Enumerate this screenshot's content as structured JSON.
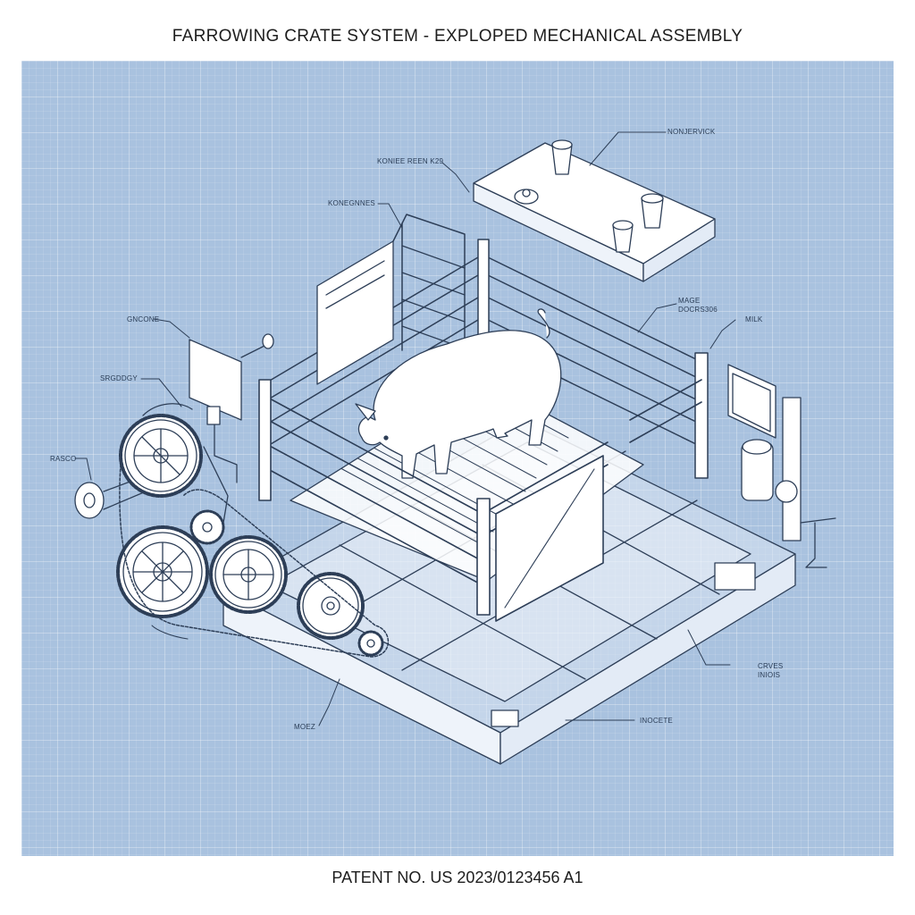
{
  "title": "FARROWING CRATE SYSTEM - EXPLOPED MECHANICAL ASSEMBLY",
  "footer": "PATENT NO. US 2023/0123456 A1",
  "colors": {
    "background": "#a9c2df",
    "line": "#2d3e57",
    "part_fill": "#ffffff"
  },
  "callouts": {
    "nonjervick": "NONJERVICK",
    "koniee": "KONIEE REEN K29",
    "konegnnes": "KONEGNNES",
    "gncone": "GNCONE",
    "srgddgy": "SRGDDGY",
    "rasco": "RASCO",
    "mage_line1": "MAGE",
    "mage_line2": "DOCRS306",
    "milk": "MILK",
    "crves_line1": "CRVES",
    "crves_line2": "INIOIS",
    "moez": "MOEZ",
    "incete": "INOCETE"
  }
}
